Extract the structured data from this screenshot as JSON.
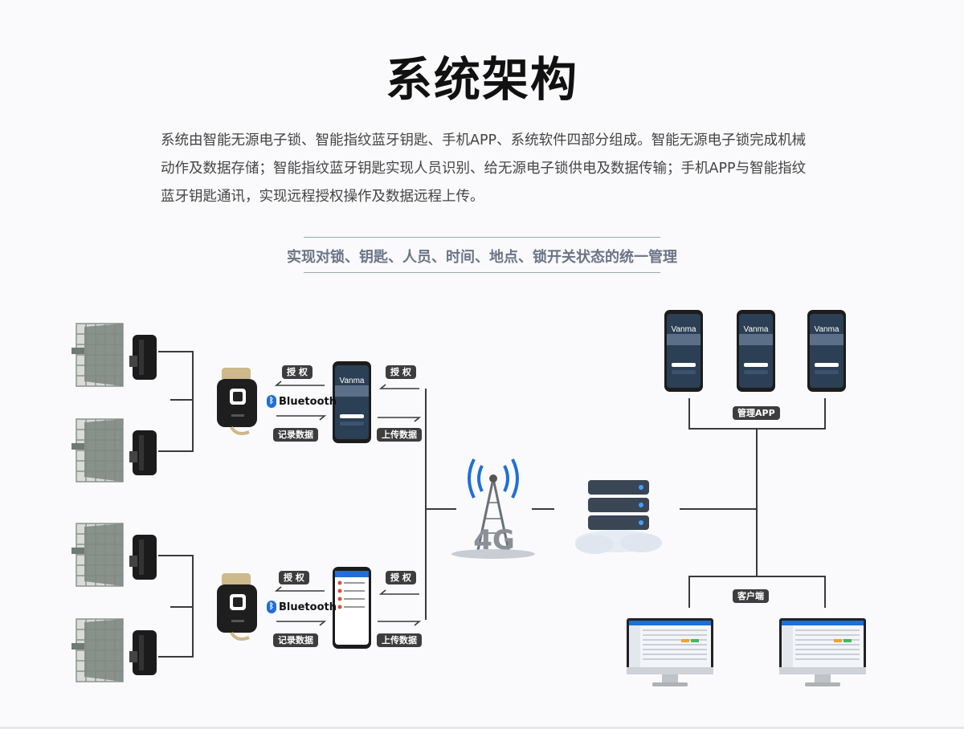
{
  "title": "系统架构",
  "description": "系统由智能无源电子锁、智能指纹蓝牙钥匙、手机APP、系统软件四部分组成。智能无源电子锁完成机械动作及数据存储；智能指纹蓝牙钥匙实现人员识别、给无源电子锁供电及数据传输；手机APP与智能指纹蓝牙钥匙通讯，实现远程授权操作及数据远程上传。",
  "subtitle": "实现对锁、钥匙、人员、时间、地点、锁开关状态的统一管理",
  "labels": {
    "authorize": "授 权",
    "record_data": "记录数据",
    "upload_data": "上传数据",
    "bluetooth": "Bluetooth",
    "bluetooth_mark": "ᛒ",
    "network": "4G",
    "phone_brand": "Vanma",
    "mgmt_app": "管理APP",
    "client": "客户端"
  },
  "colors": {
    "line": "#3a3a3a",
    "badge_bg": "#3d3d3d",
    "door": "#8a938c",
    "phone_screen": "#2b3f55",
    "server": "#3a4654",
    "accent_blue": "#1f6fd8"
  },
  "icons": [
    "door-lock-icon",
    "fingerprint-key-icon",
    "bluetooth-icon",
    "phone-icon",
    "tower-4g-icon",
    "server-cloud-icon",
    "monitor-icon"
  ]
}
